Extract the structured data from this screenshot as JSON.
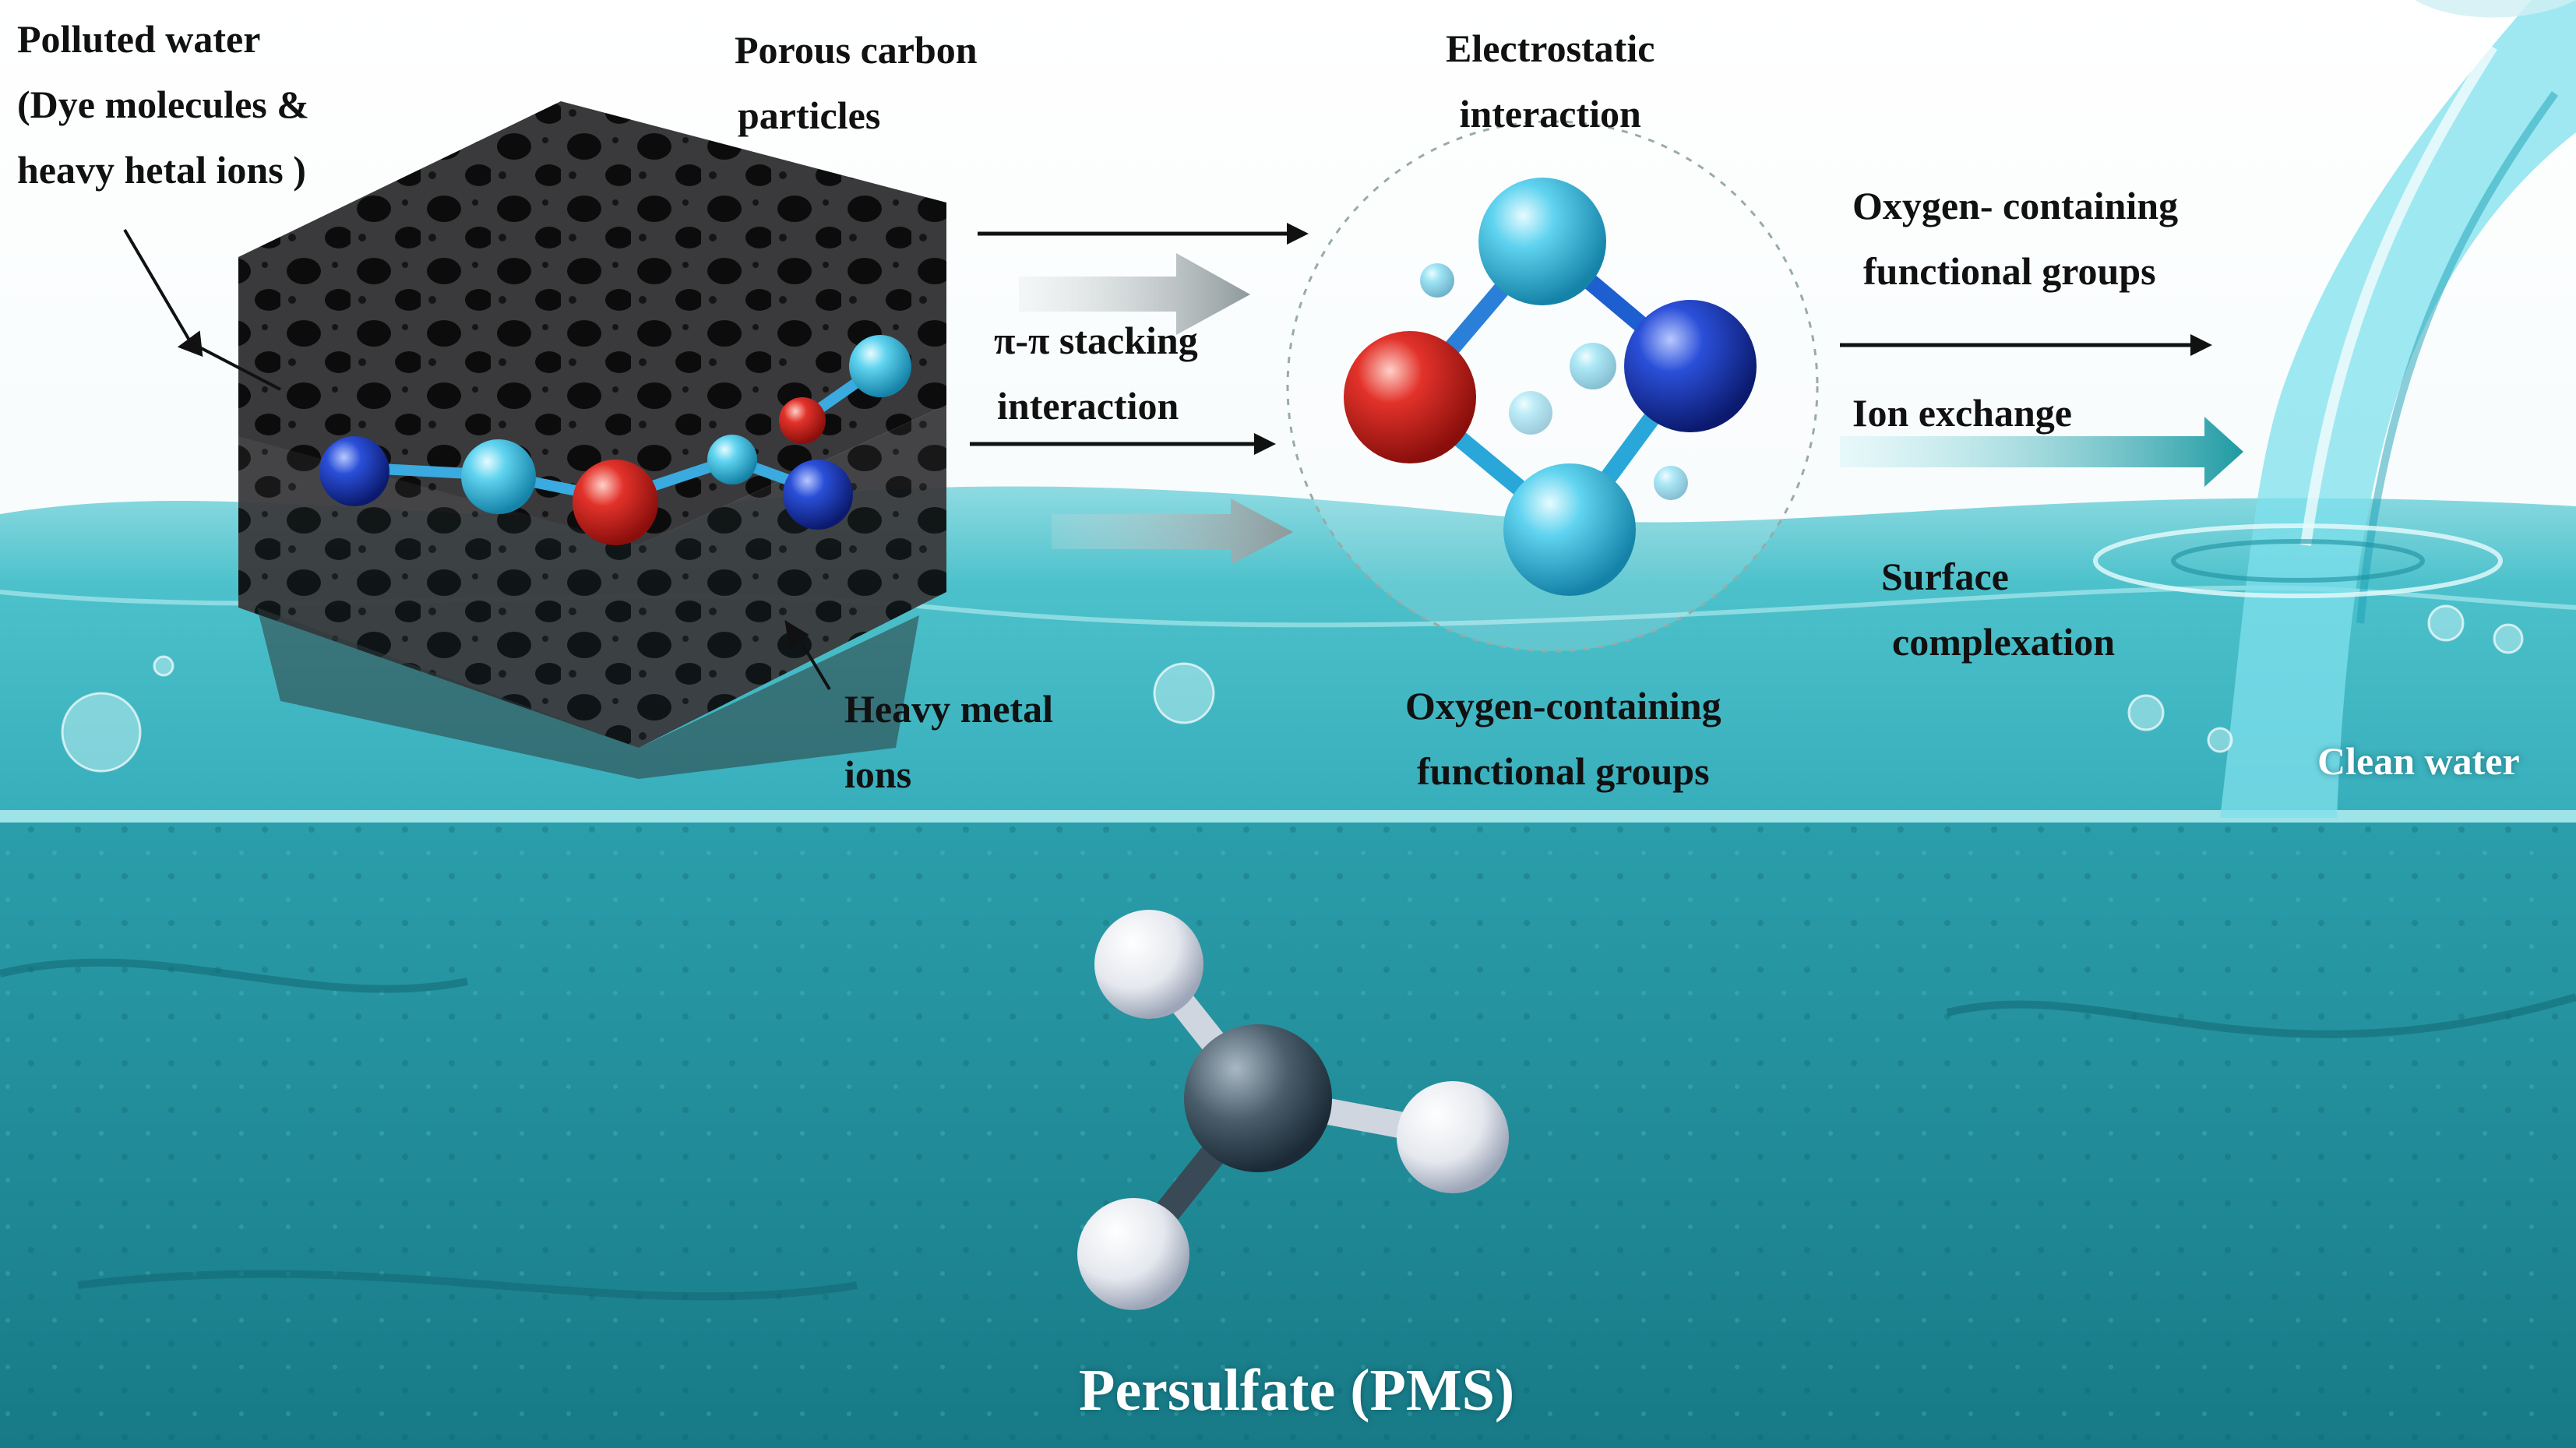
{
  "labels": {
    "polluted_water": [
      "Polluted water",
      "(Dye molecules &",
      " heavy hetal ions )"
    ],
    "porous_carbon": [
      "Porous carbon",
      "particles"
    ],
    "electrostatic": [
      "Electrostatic",
      "interaction"
    ],
    "pi_stacking": [
      "π-π  stacking",
      "interaction"
    ],
    "oxygen_groups_top": [
      "Oxygen- containing",
      "functional groups"
    ],
    "ion_exchange": "Ion exchange",
    "surface_complexation": [
      "Surface",
      "complexation"
    ],
    "heavy_metal_ions": [
      "Heavy  metal",
      "ions"
    ],
    "oxygen_groups_bottom": [
      "Oxygen-containing",
      "functional  groups"
    ],
    "clean_water": "Clean water",
    "persulfate": "Persulfate (PMS)"
  },
  "colors": {
    "water": "#3fb9c4",
    "deep_water": "#1e8a97",
    "carbon": "#2c2c2e",
    "oxygen_atom": "#d62a22",
    "nitrogen_atom": "#1b3fbf",
    "cyan_atom": "#3cc3e6",
    "arrow_teal": "#1f9aa2"
  }
}
